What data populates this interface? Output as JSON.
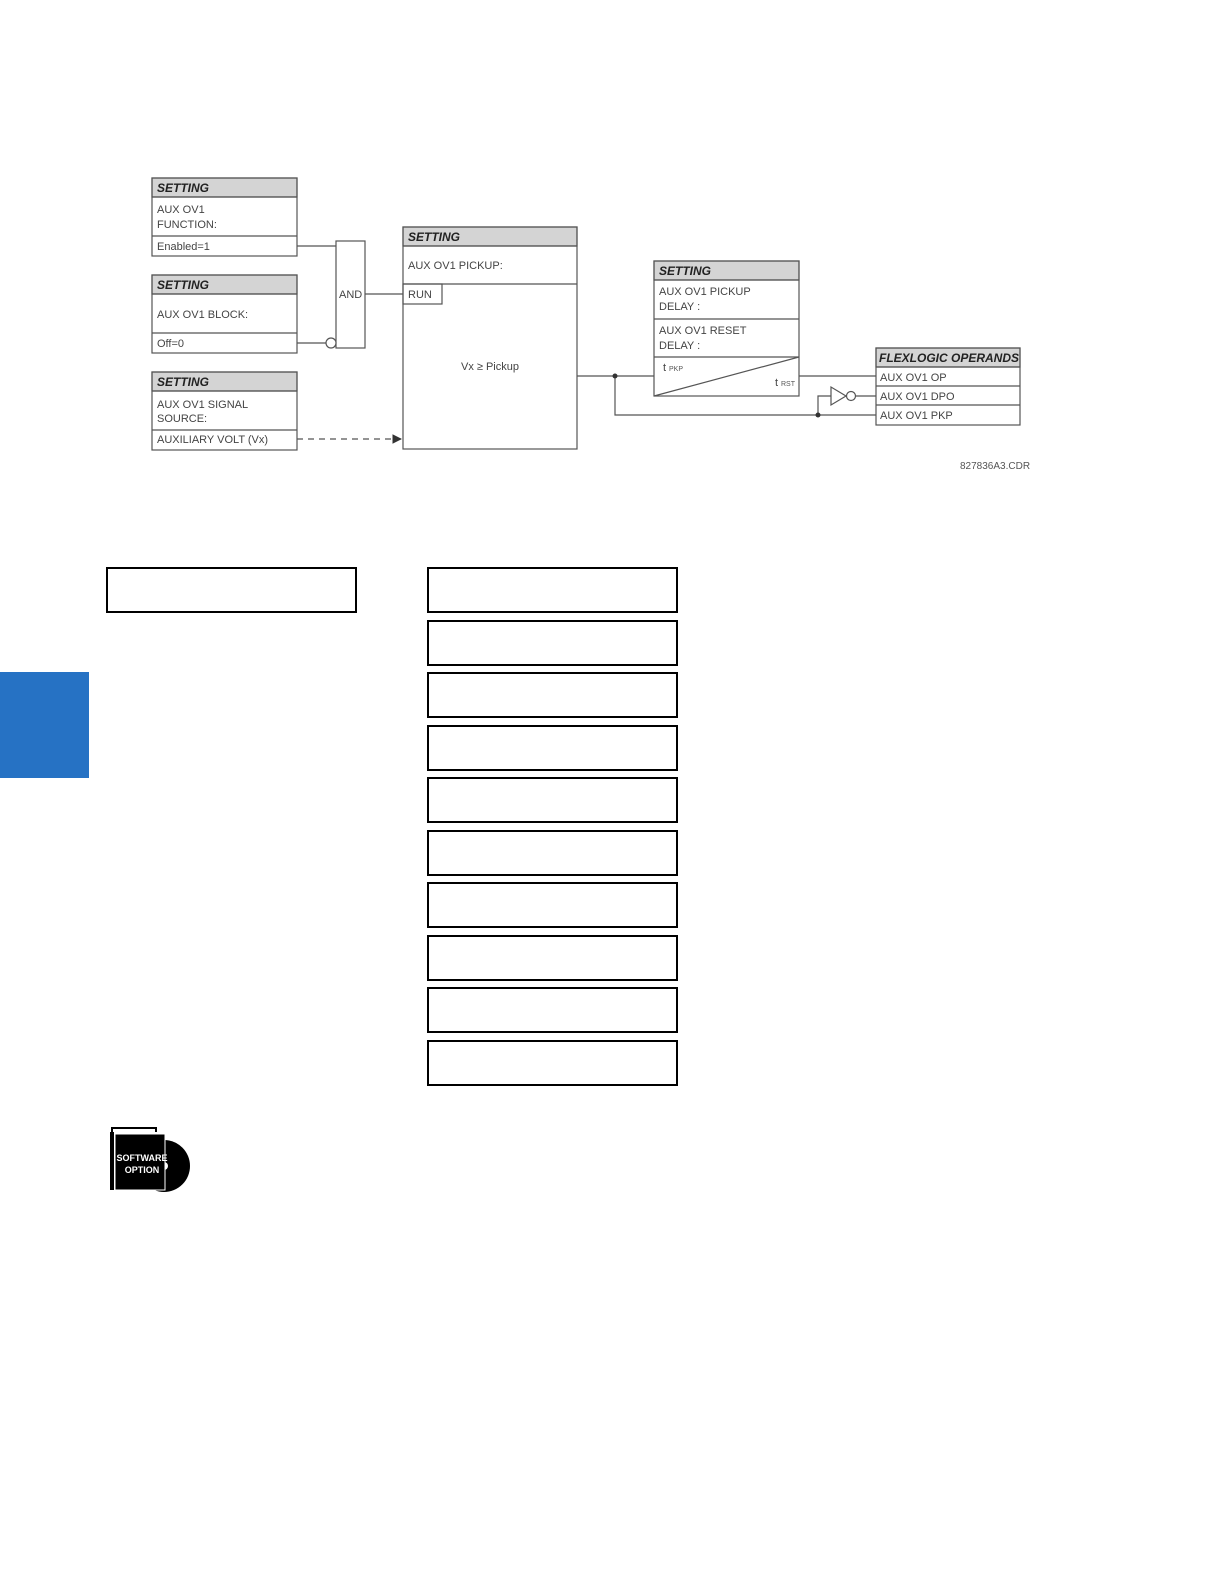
{
  "diagram": {
    "setting_header": "SETTING",
    "function_setting": {
      "name_line1": "AUX OV1",
      "name_line2": "FUNCTION:",
      "value": "Enabled=1"
    },
    "block_setting": {
      "name": "AUX OV1 BLOCK:",
      "value": "Off=0"
    },
    "source_setting": {
      "name_line1": "AUX OV1 SIGNAL",
      "name_line2": "SOURCE:",
      "value": "AUXILIARY VOLT (Vx)"
    },
    "and_gate": "AND",
    "pickup_setting": {
      "name": "AUX OV1 PICKUP:",
      "run": "RUN",
      "condition": "Vx ≥ Pickup"
    },
    "delay_setting": {
      "pickup_line1": "AUX OV1 PICKUP",
      "pickup_line2": "DELAY :",
      "reset_line1": "AUX OV1 RESET",
      "reset_line2": "DELAY :",
      "tpkp_t": "t",
      "tpkp_sub": "PKP",
      "trst_t": "t",
      "trst_sub": "RST"
    },
    "flexlogic": {
      "header": "FLEXLOGIC OPERANDS",
      "operands": [
        "AUX OV1 OP",
        "AUX OV1 DPO",
        "AUX OV1 PKP"
      ]
    },
    "drawing_code": "827836A3.CDR"
  },
  "menu": {
    "left_box": "",
    "right_boxes": [
      "",
      "",
      "",
      "",
      "",
      "",
      "",
      "",
      "",
      ""
    ]
  },
  "software_option": {
    "line1": "SOFTWARE",
    "line2": "OPTION"
  },
  "colors": {
    "accent_tab": "#2672c4",
    "header_fill": "#d4d4d4",
    "line": "#555555"
  }
}
